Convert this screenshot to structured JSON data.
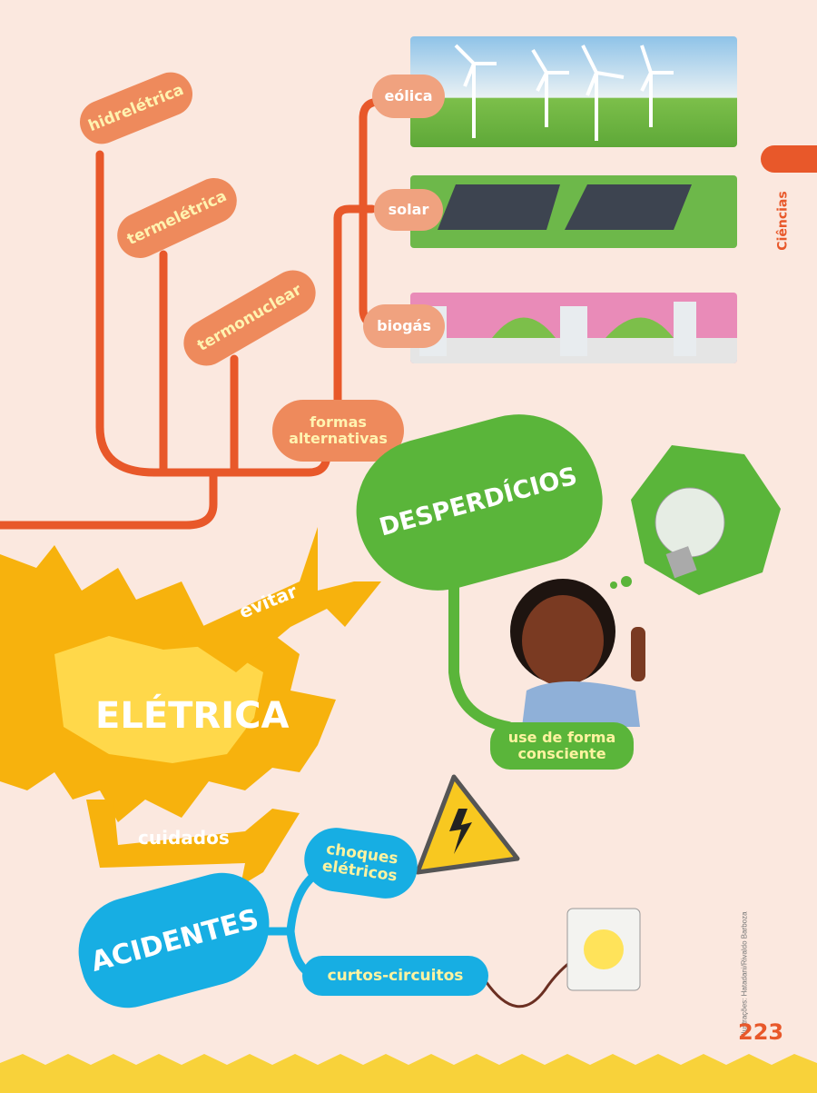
{
  "side_tab": "Ciências",
  "sources": {
    "root": "hidrelétrica",
    "b2": "termelétrica",
    "b3": "termonuclear",
    "b4": "formas alternativas"
  },
  "alternatives": [
    "eólica",
    "solar",
    "biogás"
  ],
  "center": "ELÉTRICA",
  "links": {
    "evitar": "evitar",
    "cuidados": "cuidados"
  },
  "waste": {
    "title": "DESPERDÍCIOS",
    "tip": "use de forma consciente"
  },
  "accidents": {
    "title": "ACIDENTES",
    "items": [
      "choques elétricos",
      "curtos-circuitos"
    ]
  },
  "credit": "Ilustrações: Hatadani/Rivaldo Barboza",
  "page_number": "223",
  "colors": {
    "orange": "#e8582a",
    "green": "#5ab53a",
    "blue": "#17aee3",
    "yellow": "#f7b20d"
  }
}
